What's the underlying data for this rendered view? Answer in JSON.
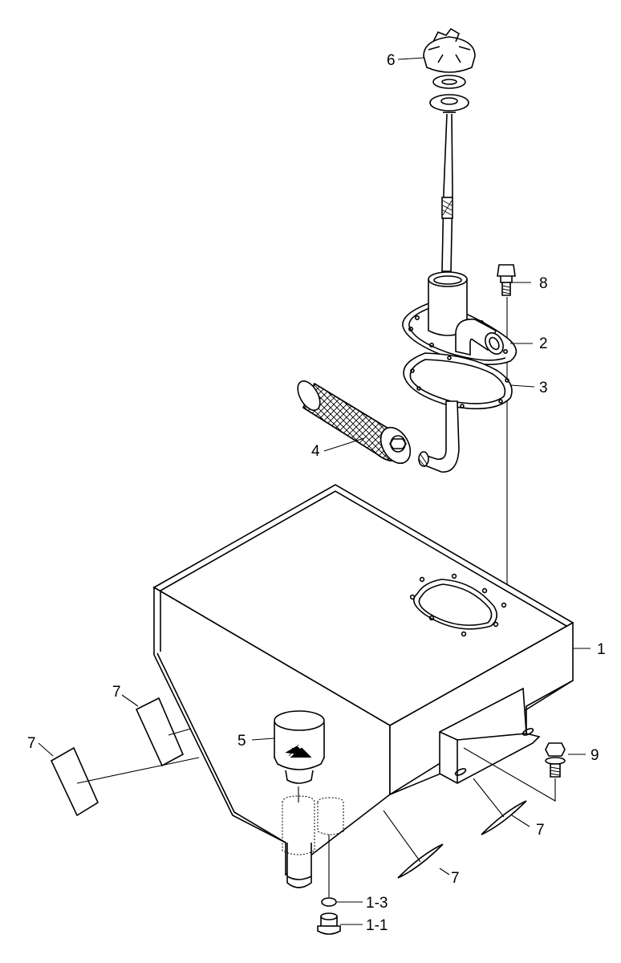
{
  "callouts": {
    "c1": "1",
    "c2": "2",
    "c3": "3",
    "c4": "4",
    "c5": "5",
    "c6": "6",
    "c7a": "7",
    "c7b": "7",
    "c7c": "7",
    "c7d": "7",
    "c8": "8",
    "c9": "9",
    "c1_1": "1-1",
    "c1_3": "1-3"
  },
  "parts": [
    {
      "ref": "1",
      "icon": "hydraulic-tank"
    },
    {
      "ref": "1-1",
      "icon": "drain-plug"
    },
    {
      "ref": "1-3",
      "icon": "o-ring"
    },
    {
      "ref": "2",
      "icon": "suction-cover-with-pipe"
    },
    {
      "ref": "3",
      "icon": "cover-gasket"
    },
    {
      "ref": "4",
      "icon": "suction-strainer"
    },
    {
      "ref": "5",
      "icon": "return-filter"
    },
    {
      "ref": "6",
      "icon": "filler-cap-with-dipstick"
    },
    {
      "ref": "7",
      "icon": "rubber-pad"
    },
    {
      "ref": "8",
      "icon": "bolt"
    },
    {
      "ref": "9",
      "icon": "bolt-with-washer"
    }
  ]
}
